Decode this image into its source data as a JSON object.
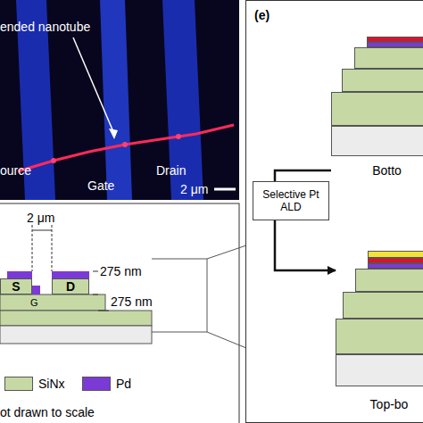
{
  "diagram": {
    "nodes": [
      {
        "text": [
          "S"
        ]
      },
      {
        "text": [
          "D"
        ]
      },
      {
        "text": [
          "(e)"
        ]
      },
      {
        "text": [
          "Botto"
        ],
        "in": 2
      },
      {
        "text": [
          "Selective Pt ALD"
        ],
        "in": 2
      },
      {
        "text": [
          "Top-bo"
        ],
        "in": 2
      }
    ],
    "edges": [
      {
        "from": 3,
        "to": 4,
        "arrow": "none"
      },
      {
        "from": 4,
        "to": 5,
        "arrow": "to"
      }
    ],
    "labels": [
      "ended nanotube",
      "ource",
      "Gate",
      "Drain",
      "2 μm",
      "2 μm",
      "G",
      "275 nm",
      "275 nm",
      "ot drawn to scale"
    ],
    "legend": [
      {
        "text": "SiNx",
        "color": "#c6d9a4"
      },
      {
        "text": "Pd",
        "color": "#7b3ad6"
      }
    ]
  }
}
